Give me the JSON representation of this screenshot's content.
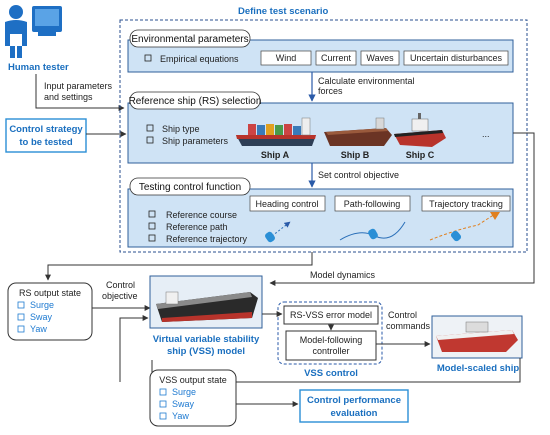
{
  "human_tester": "Human tester",
  "input_params": [
    "Input parameters",
    "and settings"
  ],
  "control_strategy": [
    "Control strategy",
    "to be tested"
  ],
  "define_scenario": "Define test scenario",
  "env": {
    "title": "Environmental parameters",
    "bullet": "Empirical equations",
    "items": [
      "Wind",
      "Current",
      "Waves",
      "Uncertain disturbances"
    ]
  },
  "calc_forces": [
    "Calculate environmental",
    "forces"
  ],
  "rs": {
    "title": "Reference ship (RS) selection",
    "bullets": [
      "Ship type",
      "Ship parameters"
    ],
    "ships": [
      "Ship A",
      "Ship B",
      "Ship C"
    ],
    "ellipsis": "..."
  },
  "set_objective": "Set control objective",
  "tcf": {
    "title": "Testing control function",
    "bullets": [
      "Reference course",
      "Reference path",
      "Reference trajectory"
    ],
    "items": [
      "Heading control",
      "Path-following",
      "Trajectory tracking"
    ]
  },
  "rs_output": {
    "title": "RS output state",
    "items": [
      "Surge",
      "Sway",
      "Yaw"
    ]
  },
  "control_objective": [
    "Control",
    "objective"
  ],
  "model_dynamics": "Model dynamics",
  "vss_label": [
    "Virtual variable stability",
    "ship (VSS) model"
  ],
  "rs_vss_error": "RS-VSS error model",
  "mfc": [
    "Model-following",
    "controller"
  ],
  "vss_control": "VSS control",
  "control_commands": [
    "Control",
    "commands"
  ],
  "model_scaled": "Model-scaled ship",
  "vss_output": {
    "title": "VSS output state",
    "items": [
      "Surge",
      "Sway",
      "Yaw"
    ]
  },
  "perf_eval": [
    "Control performance",
    "evaluation"
  ],
  "colors": {
    "panel_fill": "#cfe3f5",
    "panel_stroke": "#2f5f9a",
    "accent_blue": "#1a6fbf",
    "arrow": "#333333"
  }
}
